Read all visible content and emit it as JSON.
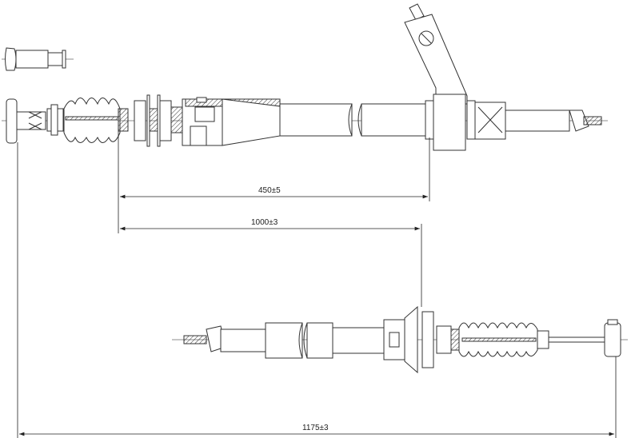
{
  "drawing": {
    "dimensions": {
      "d1": "450±5",
      "d2": "1000±3",
      "d3": "1175±3"
    },
    "line_color": "#333333"
  }
}
